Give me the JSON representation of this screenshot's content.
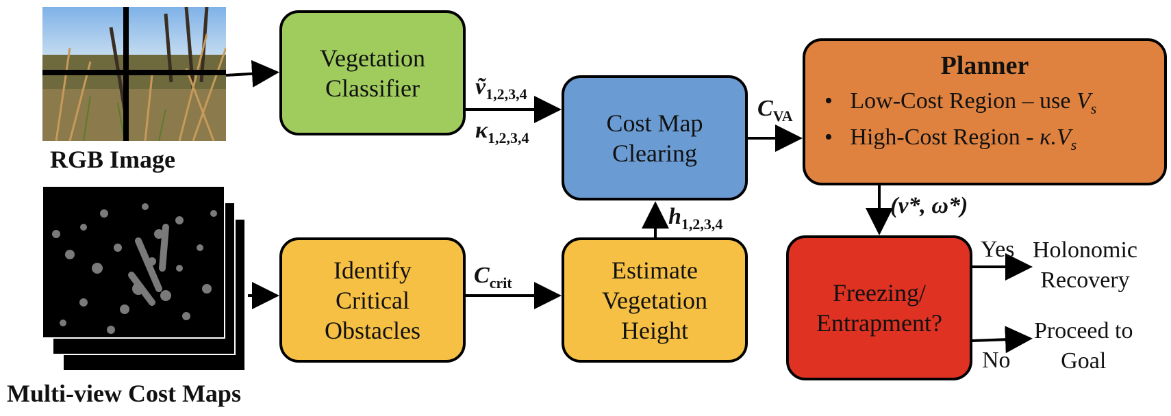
{
  "inputs": {
    "rgb_caption": "RGB Image",
    "costmap_caption": "Multi-view Cost Maps"
  },
  "nodes": {
    "vegetation_classifier": "Vegetation\nClassifier",
    "cost_map_clearing": "Cost Map\nClearing",
    "identify_critical": "Identify\nCritical\nObstacles",
    "estimate_height": "Estimate\nVegetation\nHeight",
    "freezing": "Freezing/\nEntrapment?"
  },
  "planner": {
    "title": "Planner",
    "bullet1_text": "Low-Cost Region – use ",
    "bullet1_var": "V",
    "bullet1_sub": "s",
    "bullet2_text": "High-Cost Region - ",
    "bullet2_var": "κ.V",
    "bullet2_sub": "s"
  },
  "edge_labels": {
    "v_tilde": "ṽ",
    "v_sub": "1,2,3,4",
    "kappa": "κ",
    "kappa_sub": "1,2,3,4",
    "cva": "C",
    "cva_sub": "VA",
    "ccrit": "C",
    "ccrit_sub": "crit",
    "h": "h",
    "h_sub": "1,2,3,4",
    "vw": "(v*, ω*)"
  },
  "outcomes": {
    "yes": "Yes",
    "no": "No",
    "holonomic": "Holonomic\nRecovery",
    "proceed": "Proceed to\nGoal"
  }
}
